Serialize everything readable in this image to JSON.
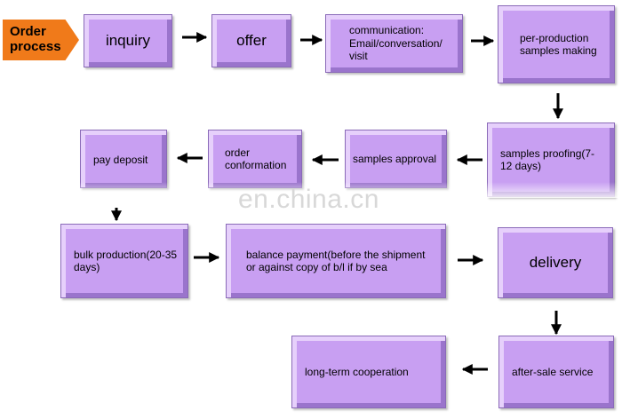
{
  "start": {
    "label": "Order process"
  },
  "steps": [
    {
      "id": "inquiry",
      "label": "inquiry"
    },
    {
      "id": "offer",
      "label": "offer"
    },
    {
      "id": "communication",
      "label": "communication: Email/conversation/ visit"
    },
    {
      "id": "pre-production",
      "label": "per-production samples making"
    },
    {
      "id": "samples-proofing",
      "label": "samples proofing(7-12 days)"
    },
    {
      "id": "samples-approval",
      "label": "samples approval"
    },
    {
      "id": "order-conformation",
      "label": "order conformation"
    },
    {
      "id": "pay-deposit",
      "label": "pay deposit"
    },
    {
      "id": "bulk-production",
      "label": "bulk production(20-35 days)"
    },
    {
      "id": "balance-payment",
      "label": "balance payment(before the shipment or against copy of b/l if by sea"
    },
    {
      "id": "delivery",
      "label": "delivery"
    },
    {
      "id": "after-sale",
      "label": "after-sale service"
    },
    {
      "id": "cooperation",
      "label": "long-term cooperation"
    }
  ],
  "watermark": "en.china.cn",
  "colors": {
    "box": "#c89ff2",
    "start": "#f07a1a",
    "arrow": "#000000"
  }
}
